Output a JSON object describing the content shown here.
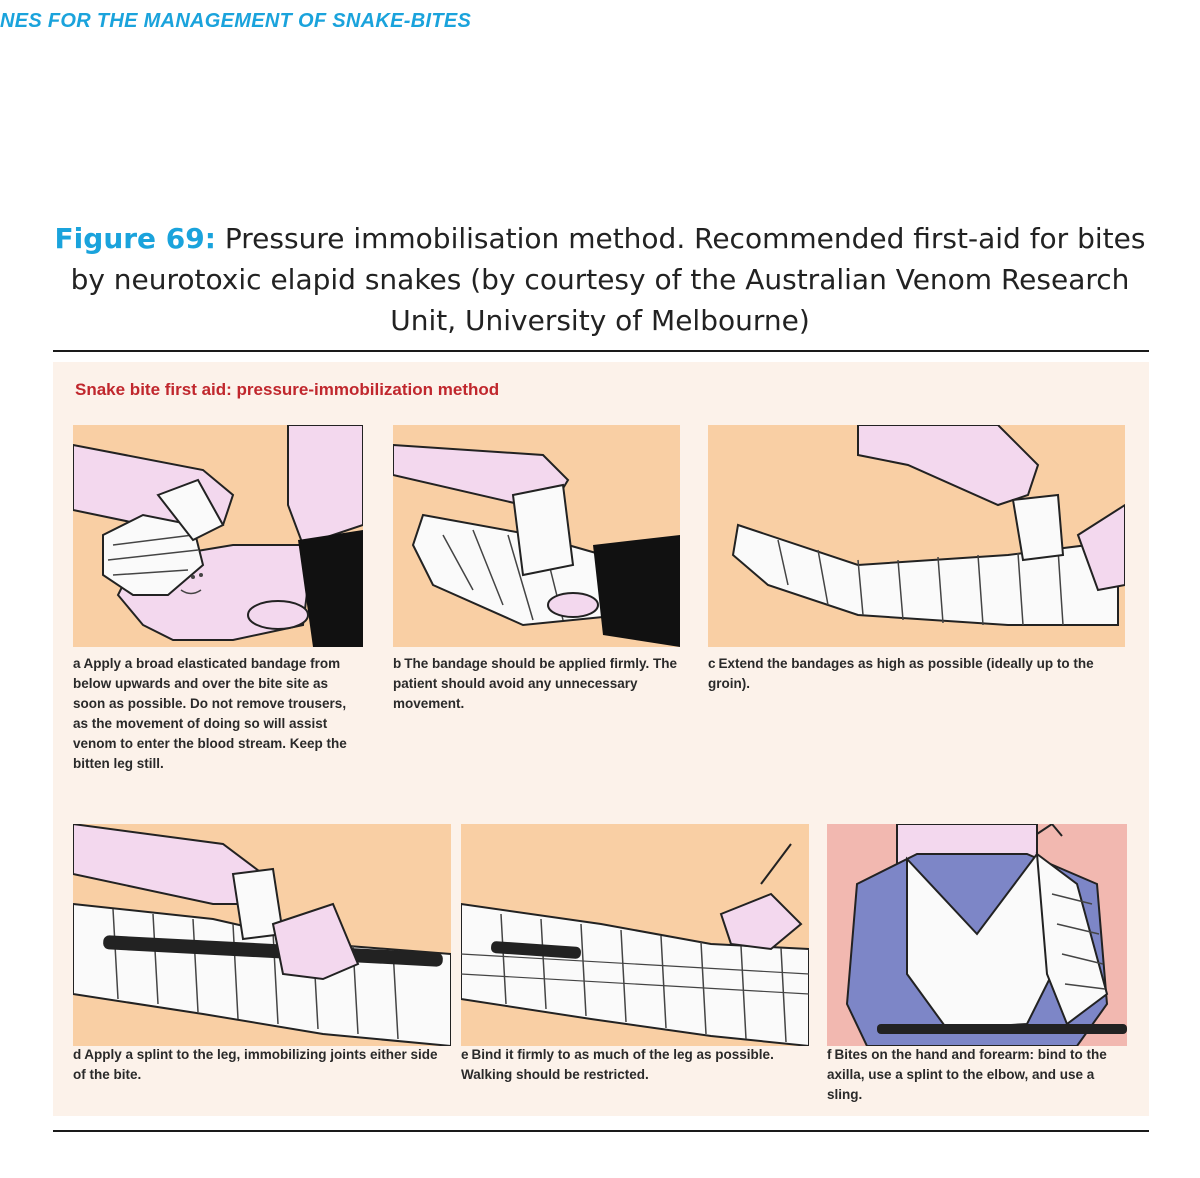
{
  "header": {
    "running_title": "NES FOR THE MANAGEMENT OF SNAKE-BITES"
  },
  "caption": {
    "label": "Figure 69:",
    "text": "Pressure immobilisation method. Recommended first-aid for bites by neurotoxic elapid snakes (by courtesy of the Australian Venom Research Unit, University of Melbourne)"
  },
  "figure": {
    "title": "Snake bite first aid: pressure-immobilization method",
    "panels": [
      {
        "letter": "a",
        "caption": "Apply a broad elasticated bandage from below upwards and over the bite site as soon as possible. Do not remove trousers, as the movement of doing so will assist venom to enter the blood stream. Keep the bitten leg still."
      },
      {
        "letter": "b",
        "caption": "The bandage should be applied firmly. The patient should avoid any unnecessary movement."
      },
      {
        "letter": "c",
        "caption": "Extend the bandages as high as possible (ideally up to the groin)."
      },
      {
        "letter": "d",
        "caption": "Apply a splint to the leg, immobilizing joints either side of the bite."
      },
      {
        "letter": "e",
        "caption": "Bind it firmly to as much of the leg as possible. Walking should be restricted."
      },
      {
        "letter": "f",
        "caption": "Bites on the hand and forearm: bind to the axilla, use a splint to the elbow, and use a sling."
      }
    ]
  },
  "colors": {
    "accent": "#1aa3dc",
    "figure_title": "#c0272d",
    "panel_bg": "#f9cfa4",
    "panel_f_bg": "#f2b8b0",
    "skin": "#f3d8ee",
    "trousers": "#111111",
    "shirt": "#7d86c7"
  }
}
